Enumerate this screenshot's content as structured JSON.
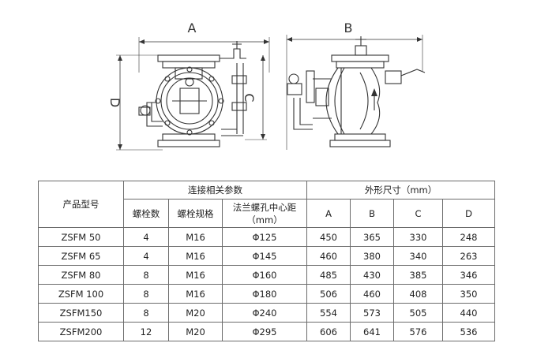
{
  "drawing": {
    "front_view": {
      "dim_width": "A",
      "dim_height": "D",
      "dim_center": "C"
    },
    "side_view": {
      "dim_width": "B"
    }
  },
  "table": {
    "header": {
      "model": "产品型号",
      "connection_group": "连接相关参数",
      "dimension_group": "外形尺寸（mm）",
      "bolt_count": "螺栓数",
      "bolt_spec": "螺栓规格",
      "flange_pcd_line1": "法兰螺孔中心距",
      "flange_pcd_line2": "（mm）",
      "col_a": "A",
      "col_b": "B",
      "col_c": "C",
      "col_d": "D"
    },
    "rows": [
      {
        "model": "ZSFM 50",
        "bolts": "4",
        "spec": "M16",
        "pcd": "Φ125",
        "a": "450",
        "b": "365",
        "c": "330",
        "d": "248"
      },
      {
        "model": "ZSFM 65",
        "bolts": "4",
        "spec": "M16",
        "pcd": "Φ145",
        "a": "460",
        "b": "380",
        "c": "340",
        "d": "263"
      },
      {
        "model": "ZSFM 80",
        "bolts": "8",
        "spec": "M16",
        "pcd": "Φ160",
        "a": "485",
        "b": "430",
        "c": "385",
        "d": "346"
      },
      {
        "model": "ZSFM 100",
        "bolts": "8",
        "spec": "M16",
        "pcd": "Φ180",
        "a": "506",
        "b": "460",
        "c": "408",
        "d": "350"
      },
      {
        "model": "ZSFM150",
        "bolts": "8",
        "spec": "M20",
        "pcd": "Φ240",
        "a": "554",
        "b": "573",
        "c": "505",
        "d": "440"
      },
      {
        "model": "ZSFM200",
        "bolts": "12",
        "spec": "M20",
        "pcd": "Φ295",
        "a": "606",
        "b": "641",
        "c": "576",
        "d": "536"
      }
    ]
  }
}
